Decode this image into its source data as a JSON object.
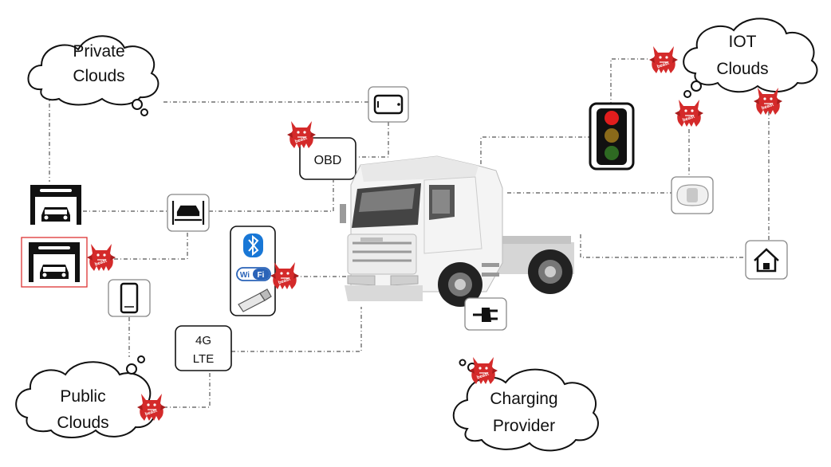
{
  "clouds": {
    "private": [
      "Private",
      "Clouds"
    ],
    "iot": [
      "IOT",
      "Clouds"
    ],
    "public": [
      "Public",
      "Clouds"
    ],
    "charging": [
      "Charging",
      "Provider"
    ]
  },
  "nodes": {
    "obd": "OBD",
    "lte": [
      "4G",
      "LTE"
    ],
    "wifi_badge": "Wi Fi"
  },
  "beast_label": "beast",
  "colors": {
    "beast": "#d42a2a",
    "light_red": "#e11d1d",
    "light_amber": "#8a6a1a",
    "light_green": "#2e6a22",
    "bluetooth": "#1877d6"
  },
  "icons": [
    "smartphone-landscape-icon",
    "garage-icon",
    "garage-icon",
    "car-lift-icon",
    "smartphone-icon",
    "bluetooth-icon",
    "wifi-icon",
    "usb-stick-icon",
    "traffic-light-icon",
    "car-icon",
    "home-icon",
    "plug-icon",
    "truck-icon",
    "beast-icon"
  ]
}
